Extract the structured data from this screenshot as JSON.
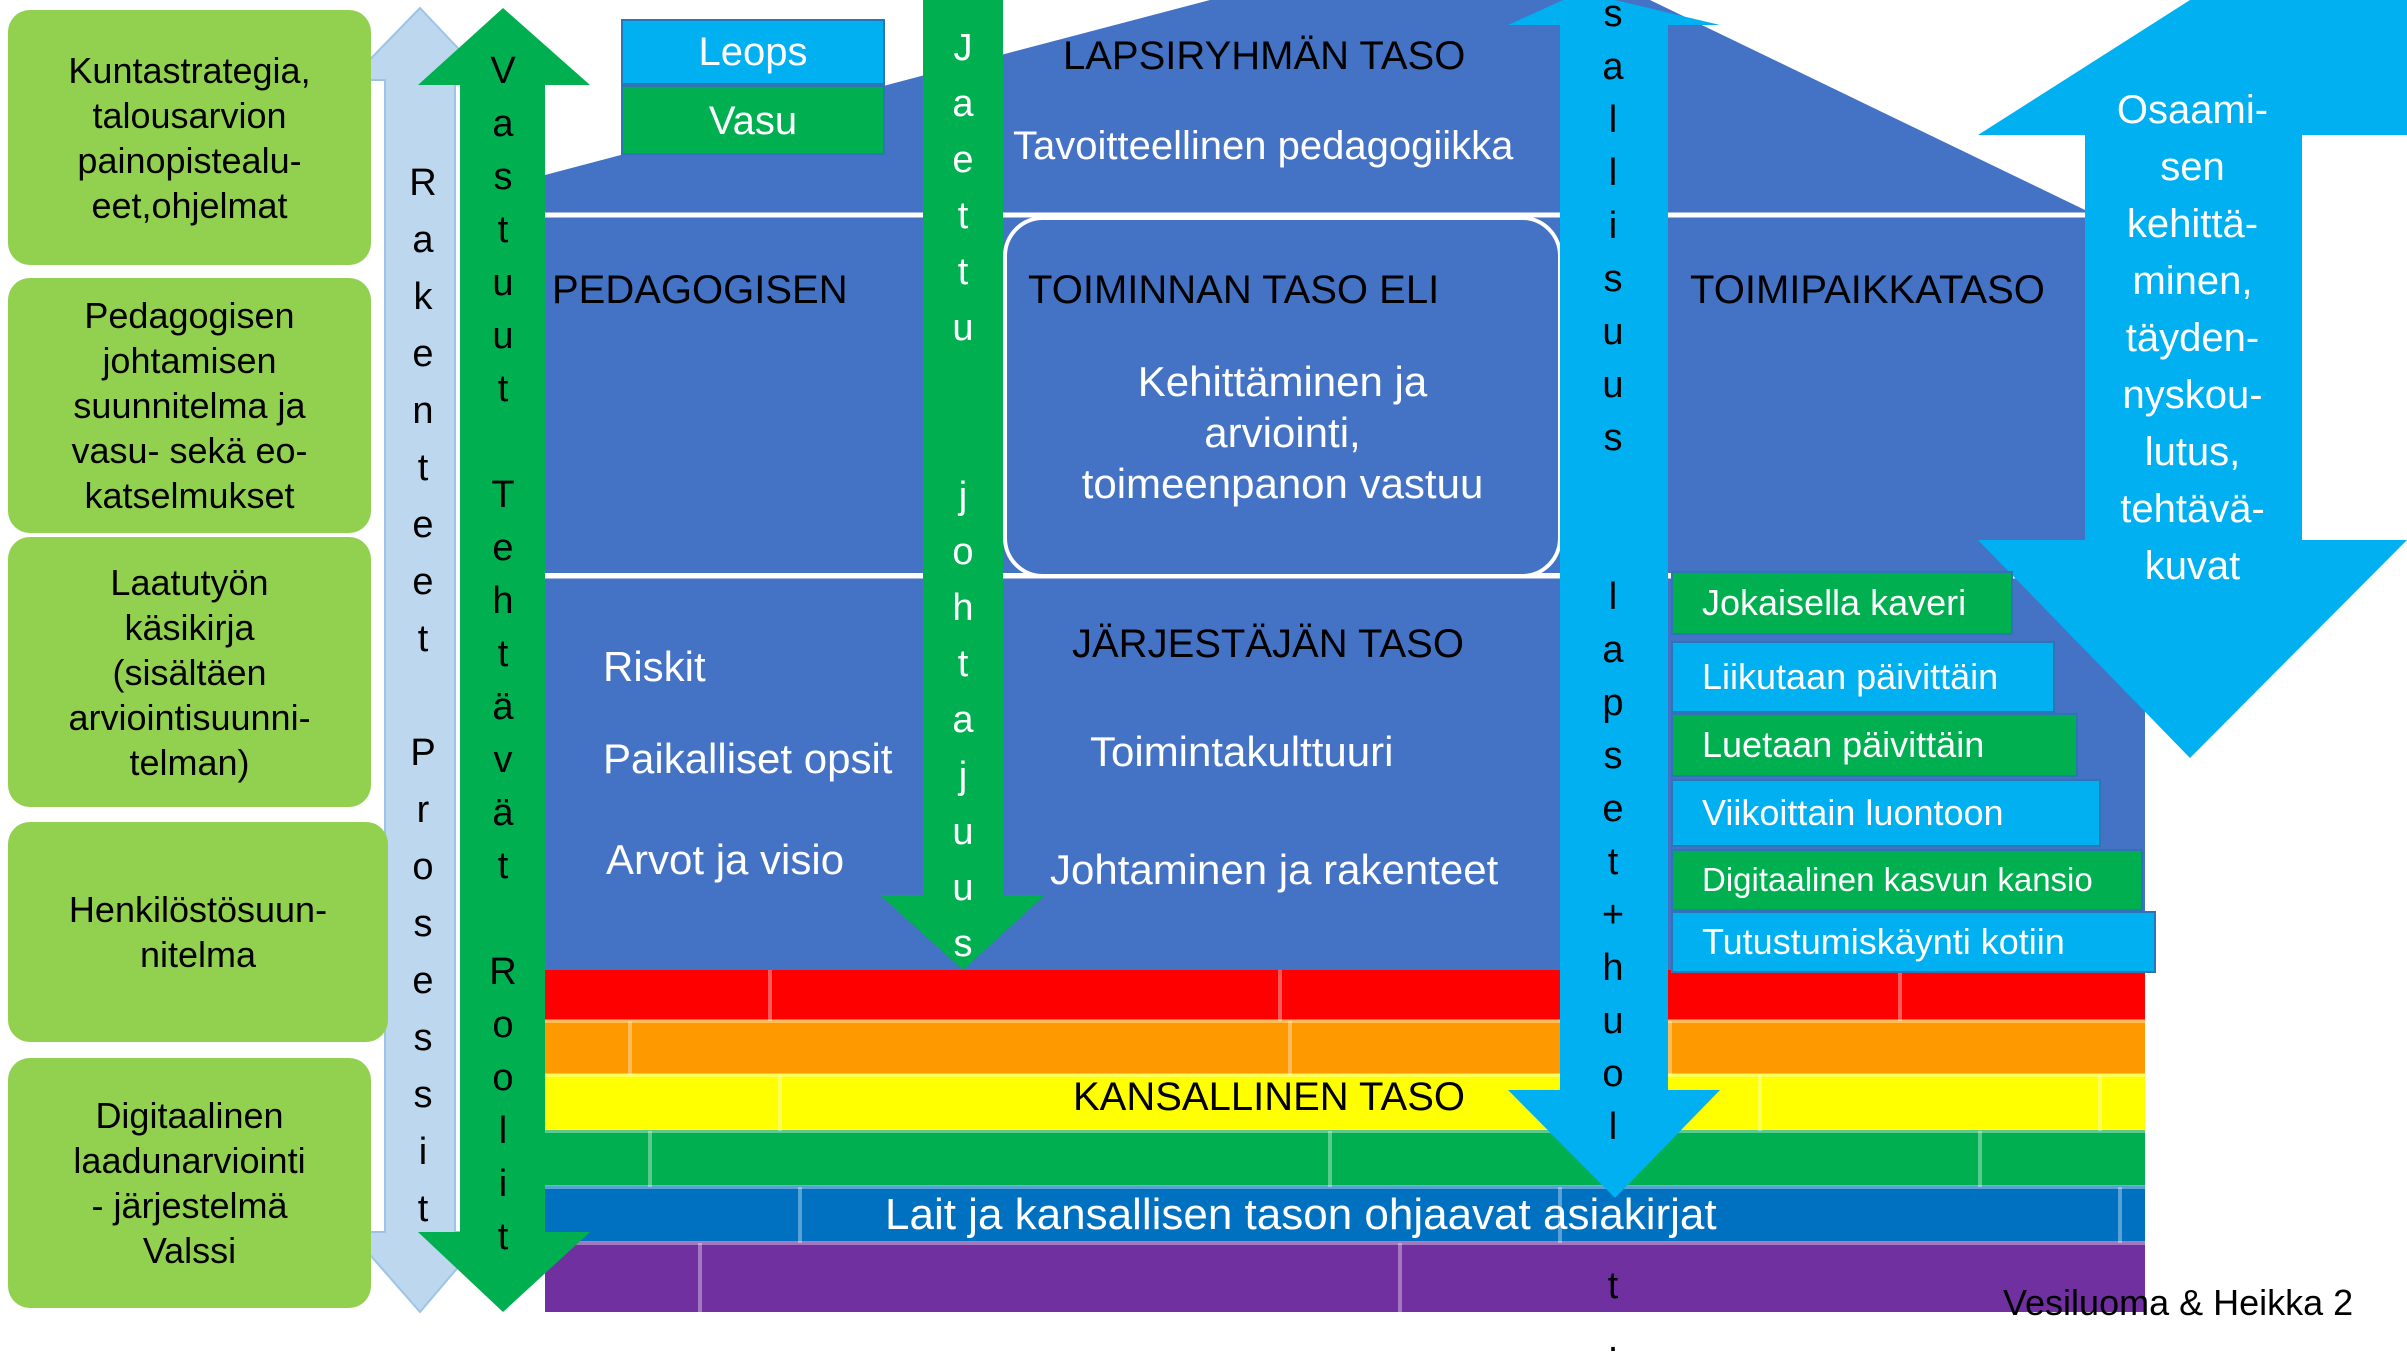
{
  "colors": {
    "green_box": "#92d050",
    "house_blue": "#4472c4",
    "arrow_green": "#00b050",
    "arrow_cyan": "#00b0f0",
    "arrow_lightblue": "#bdd7ee",
    "rainbow": [
      "#ff0000",
      "#ff9900",
      "#ffff00",
      "#00b050",
      "#0070c0",
      "#7030a0"
    ]
  },
  "left_boxes": [
    "Kuntastrategia,\ntalousarvion\npainopistealu-\neet,ohjelmat",
    "Pedagogisen\njohtamisen\nsuunnitelma ja\nvasu- sekä eo-\nkatselmukset",
    "Laatutyön\nkäsikirja\n(sisältäen\narviointisuunni-\ntelman)",
    "Henkilöstösuun-\nnitelma",
    "Digitaalinen\nlaadunarviointi\n- järjestelmä\nValssi"
  ],
  "vertical_labels": {
    "rakenteet_prosessit": "Rakenteet Prosessit",
    "vastuut_tehtavat_roolit": "Vastuut Tehtävät Roolit",
    "jaettu_johtajuus": "Jaettu johtajuus",
    "osallisuus": "sallisuus lapset+huol t."
  },
  "tags": {
    "leops": "Leops",
    "vasu": "Vasu"
  },
  "roof": {
    "title": "LAPSIRYHMÄN TASO",
    "subtitle": "Tavoitteellinen pedagogiikka"
  },
  "middle": {
    "left_heading": "PEDAGOGISEN",
    "center_heading": "TOIMINNAN  TASO ELI",
    "center_lines": "Kehittäminen ja\narviointi,\ntoimeenpanon vastuu",
    "right_heading": "TOIMIPAIKKATASO"
  },
  "lower": {
    "left_items": [
      "Riskit",
      "Paikalliset opsit",
      "Arvot ja visio"
    ],
    "center_heading": "JÄRJESTÄJÄN TASO",
    "center_items": [
      "Toimintakulttuuri",
      "Johtaminen ja rakenteet"
    ]
  },
  "activities": [
    {
      "label": "Jokaisella kaveri",
      "color": "#00b050"
    },
    {
      "label": "Liikutaan päivittäin",
      "color": "#00b0f0"
    },
    {
      "label": "Luetaan päivittäin",
      "color": "#00b050"
    },
    {
      "label": "Viikoittain luontoon",
      "color": "#00b0f0"
    },
    {
      "label": "Digitaalinen kasvun kansio",
      "color": "#00b050"
    },
    {
      "label": "Tutustumiskäynti kotiin",
      "color": "#00b0f0"
    }
  ],
  "right_arrow_text": "Osaami-\nsen\nkehittä-\nminen,\ntäyden-\nnyskou-\nlutus,\ntehtävä-\nkuvat",
  "foundation": {
    "national_level": "KANSALLINEN TASO",
    "laws": "Lait ja kansallisen tason ohjaavat asiakirjat"
  },
  "credit": "Vesiluoma & Heikka 2"
}
